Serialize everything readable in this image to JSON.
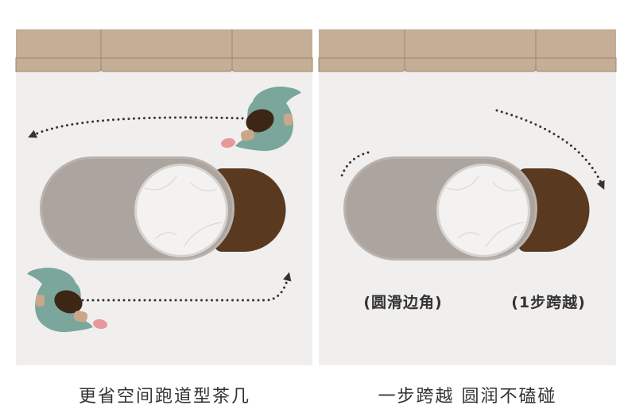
{
  "left_panel": {
    "caption": "更省空间跑道型茶几"
  },
  "right_panel": {
    "caption": "一步跨越 圆润不磕碰",
    "labels": {
      "rounded_corners": "(圆滑边角)",
      "one_step": "(1步跨越)"
    }
  },
  "colors": {
    "background": "#ffffff",
    "floor": "#f0efee",
    "sofa": "#c4ae95",
    "sofa_line": "#9e8770",
    "table": "#aca49f",
    "table_rim": "#b9b2ad",
    "marble": "#f3f2f1",
    "marble_ring": "#d7d3d0",
    "marble_vein": "#dcd8d4",
    "stool": "#5a3921",
    "person_body": "#7aa69b",
    "person_head": "#3d2616",
    "hand_skin": "#c9a78a",
    "hand_pink": "#e8989a",
    "arrow": "#333333",
    "text": "#333333"
  }
}
